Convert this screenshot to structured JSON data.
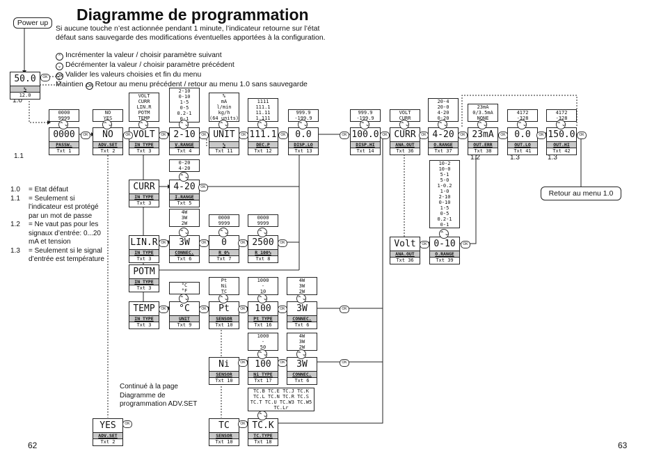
{
  "title": "Diagramme de programmation",
  "intro": "Si aucune touche n’est actionnée pendant 1 minute, l’indicateur retourne sur l’état défaut sans sauvegarde des modifications éventuelles apportées à la configuration.",
  "keys": [
    {
      "icon": "up-arrow-key-icon",
      "glyph": "⌃",
      "text": "Incrémenter la valeur / choisir paramètre suivant"
    },
    {
      "icon": "down-arrow-key-icon",
      "glyph": "⌄",
      "text": "Décrémenter la valeur / choisir paramètre précédent"
    },
    {
      "icon": "ok-key-icon",
      "glyph": "OK",
      "text": "Valider les valeurs choisies et fin du menu"
    }
  ],
  "maintain": {
    "prefix": "Maintien",
    "text": "Retour au menu précédent / retour au menu 1.0 sans sauvegarde"
  },
  "power_up": "Power up",
  "return_menu": "Retour au menu 1.0",
  "continued": "Continué à la page Diagramme de programmation ADV.SET",
  "page_left": "62",
  "page_right": "63",
  "legend": [
    {
      "k": "1.0",
      "t": "= Etat défaut"
    },
    {
      "k": "1.1",
      "t": "= Seulement si l’indicateur est protégé par un mot de passe"
    },
    {
      "k": "1.2",
      "t": "= Ne vaut pas pour les signaux d’entrée: 0...20 mA et tension"
    },
    {
      "k": "1.3",
      "t": "= Seulement si le signal d’entrée est température"
    }
  ],
  "ref_labels": {
    "r10": "1.0",
    "r11": "1.1",
    "r12": "1.2",
    "r13a": "1.3",
    "r13b": "1.3"
  },
  "ok_glyph": "OK",
  "updown_glyph": "⌃⌄",
  "displays": {
    "default": {
      "v": "50.0",
      "c": "%",
      "t": "12.0"
    },
    "passw": {
      "v": "0000",
      "c": "PASSW.",
      "t": "Txt 1"
    },
    "advset": {
      "v": "NO",
      "c": "ADV.SET",
      "t": "Txt 2"
    },
    "volt": {
      "v": "VOLT",
      "c": "IN TYPE",
      "t": "Txt 3"
    },
    "vrange": {
      "v": "2-10",
      "c": "V.RANGE",
      "t": "Txt 4"
    },
    "unit": {
      "v": "UNIT",
      "c": "%",
      "t": "Txt 11"
    },
    "decp": {
      "v": "111.1",
      "c": "DEC.P",
      "t": "Txt 12"
    },
    "displo": {
      "v": "0.0",
      "c": "DISP.LO",
      "t": "Txt 13"
    },
    "disphi": {
      "v": "100.0",
      "c": "DISP.HI",
      "t": "Txt 14"
    },
    "anaout": {
      "v": "CURR",
      "c": "ANA.OUT",
      "t": "Txt 36"
    },
    "orange": {
      "v": "4-20",
      "c": "O.RANGE",
      "t": "Txt 37"
    },
    "outerr": {
      "v": "23mA",
      "c": "OUT.ERR",
      "t": "Txt 38"
    },
    "outlo": {
      "v": "0.0",
      "c": "OUT.LO",
      "t": "Txt 41"
    },
    "outhi": {
      "v": "150.0",
      "c": "OUT.HI",
      "t": "Txt 42"
    },
    "curr": {
      "v": "CURR",
      "c": "IN TYPE",
      "t": "Txt 3"
    },
    "irange": {
      "v": "4-20",
      "c": "I.RANGE",
      "t": "Txt 5"
    },
    "linr": {
      "v": "LIN.R",
      "c": "IN TYPE",
      "t": "Txt 3"
    },
    "connec6": {
      "v": "3W",
      "c": "CONNEC.",
      "t": "Txt 6"
    },
    "r0": {
      "v": "0",
      "c": "R 0%",
      "t": "Txt 7"
    },
    "r100": {
      "v": "2500",
      "c": "R 100%",
      "t": "Txt 8"
    },
    "potm": {
      "v": "POTM",
      "c": "IN TYPE",
      "t": "Txt 3"
    },
    "temp": {
      "v": "TEMP",
      "c": "IN TYPE",
      "t": "Txt 3"
    },
    "tunit": {
      "v": "°C",
      "c": "UNIT",
      "t": "Txt 9"
    },
    "sensor": {
      "v": "Pt",
      "c": "SENSOR",
      "t": "Txt 10"
    },
    "pttype": {
      "v": "100",
      "c": "Pt TYPE",
      "t": "Txt 16"
    },
    "ptconn": {
      "v": "3W",
      "c": "CONNEC.",
      "t": "Txt 6"
    },
    "volt2": {
      "v": "Volt",
      "c": "ANA.OUT",
      "t": "Txt 36"
    },
    "orange2": {
      "v": "0-10",
      "c": "O.RANGE",
      "t": "Txt 39"
    },
    "ni": {
      "v": "Ni",
      "c": "SENSOR",
      "t": "Txt 10"
    },
    "nitype": {
      "v": "100",
      "c": "Ni TYPE",
      "t": "Txt 17"
    },
    "niconn": {
      "v": "3W",
      "c": "CONNEC.",
      "t": "Txt 6"
    },
    "yes": {
      "v": "YES",
      "c": "ADV.SET",
      "t": "Txt 2"
    },
    "tc": {
      "v": "TC",
      "c": "SENSOR",
      "t": "Txt 10"
    },
    "tctype": {
      "v": "TC.K",
      "c": "TC.TYPE",
      "t": "Txt 18"
    }
  },
  "options": {
    "passw": [
      "0000",
      "9999"
    ],
    "advset": [
      "NO",
      "YES"
    ],
    "intype": [
      "VOLT",
      "CURR",
      "LIN.R",
      "POTM",
      "TEMP"
    ],
    "vrange": [
      "2-10",
      "0-10",
      "1-5",
      "0-5",
      "0.2-1",
      "0-1"
    ],
    "unit": [
      "%",
      "mA",
      "l/min",
      "kg/h",
      "(64 units)"
    ],
    "decp": [
      "1111",
      "111.1",
      "11.11",
      "1.111"
    ],
    "displo": [
      "999.9",
      "-199.9"
    ],
    "disphi": [
      "999.9",
      "-199.9"
    ],
    "anaout": [
      "VOLT",
      "CURR"
    ],
    "orange": [
      "20-4",
      "20-0",
      "4-20",
      "0-20"
    ],
    "outerr": [
      "23mA",
      "0/3.5mA",
      "NONE"
    ],
    "outlo": [
      "4172",
      "-328"
    ],
    "outhi": [
      "4172",
      "-328"
    ],
    "irange": [
      "0-20",
      "4-20"
    ],
    "connec": [
      "4W",
      "3W",
      "2W"
    ],
    "r0": [
      "0000",
      "9999"
    ],
    "r100": [
      "0000",
      "9999"
    ],
    "orange2": [
      "10-2",
      "10-0",
      "5-1",
      "5-0",
      "1-0.2",
      "1-0",
      "2-10",
      "0-10",
      "1-5",
      "0-5",
      "0.2-1",
      "0-1"
    ],
    "tunit": [
      "°C",
      "°F"
    ],
    "sensor": [
      "Pt",
      "Ni",
      "TC"
    ],
    "pttype": [
      "1000",
      "-",
      "10"
    ],
    "ptconn": [
      "4W",
      "3W",
      "2W"
    ],
    "nitype": [
      "1000",
      "-",
      "50"
    ],
    "niconn": [
      "4W",
      "3W",
      "2W"
    ],
    "tctype": [
      "TC.B TC.E TC.J TC.K",
      "TC.L TC.N TC.R TC.S",
      "TC.T TC.U TC.W3 TC.W5",
      "TC.Lr"
    ]
  }
}
